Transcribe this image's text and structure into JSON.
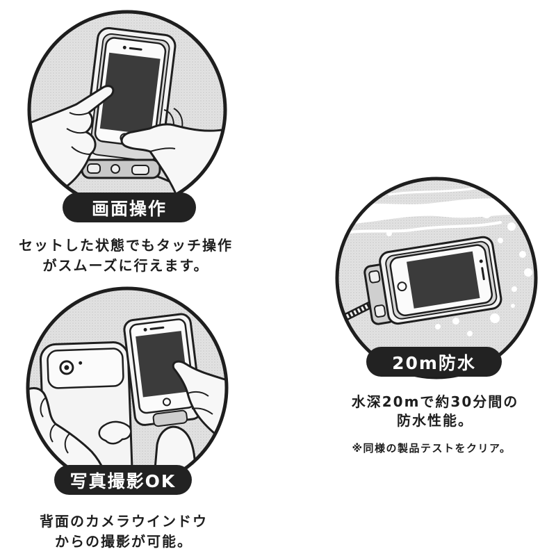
{
  "features": [
    {
      "label": "画面操作",
      "caption_lines": [
        "セットした状態でもタッチ操作",
        "がスムーズに行えます。"
      ]
    },
    {
      "label": "20m防水",
      "caption_lines": [
        "水深20mで約30分間の",
        "防水性能。"
      ],
      "note": "※同様の製品テストをクリア。"
    },
    {
      "label": "写真撮影OK",
      "caption_lines": [
        "背面のカメラウインドウ",
        "からの撮影が可能。"
      ]
    }
  ],
  "colors": {
    "background": "#ffffff",
    "ink": "#1e1e1e",
    "pill": "#222222",
    "pill_text": "#ffffff",
    "circle_fill": "#e2e2e2",
    "screen": "#3b3b3b"
  }
}
